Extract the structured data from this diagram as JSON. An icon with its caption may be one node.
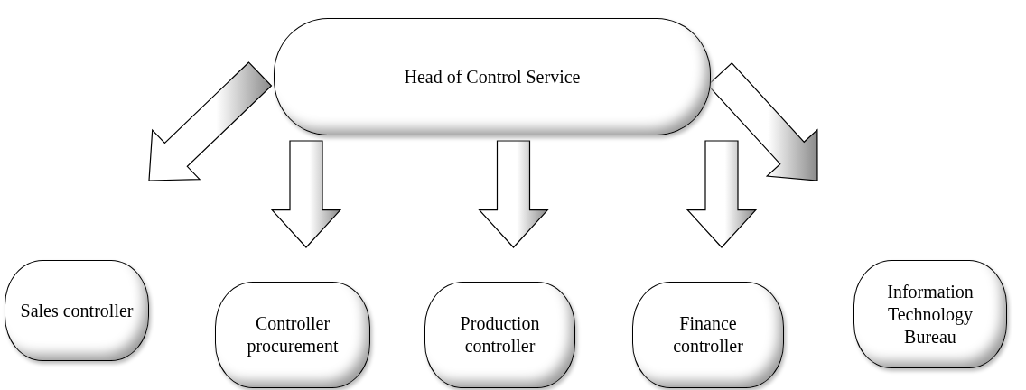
{
  "diagram": {
    "nodes": [
      {
        "text": [
          "Head of Control Service"
        ]
      },
      {
        "text": [
          "Sales controller"
        ]
      },
      {
        "text": [
          "Controller procurement"
        ]
      },
      {
        "text": [
          "Production controller"
        ]
      },
      {
        "text": [
          "Finance controller"
        ]
      },
      {
        "text": [
          "Information Technology Bureau"
        ]
      }
    ],
    "edges": [
      {
        "from": 0,
        "to": 1,
        "arrow": "to",
        "style": "thick"
      },
      {
        "from": 0,
        "to": 2,
        "arrow": "to",
        "style": "thick"
      },
      {
        "from": 0,
        "to": 3,
        "arrow": "to",
        "style": "thick"
      },
      {
        "from": 0,
        "to": 4,
        "arrow": "to",
        "style": "thick"
      },
      {
        "from": 0,
        "to": 5,
        "arrow": "to",
        "style": "thick"
      }
    ]
  }
}
